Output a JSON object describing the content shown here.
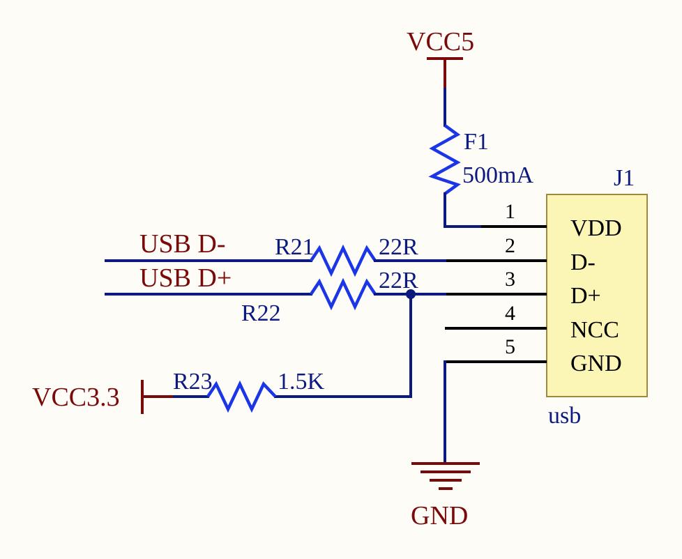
{
  "power": {
    "vcc5": "VCC5",
    "vcc33": "VCC3.3",
    "gnd": "GND"
  },
  "nets": {
    "usb_dm": "USB D-",
    "usb_dp": "USB D+"
  },
  "fuse": {
    "designator": "F1",
    "value": "500mA"
  },
  "resistors": {
    "r21": {
      "designator": "R21",
      "value": "22R"
    },
    "r22": {
      "designator": "R22",
      "value": "22R"
    },
    "r23": {
      "designator": "R23",
      "value": "1.5K"
    }
  },
  "connector": {
    "designator": "J1",
    "comment": "usb",
    "body_color": "#fbf5b6",
    "pins": [
      {
        "number": "1",
        "name": "VDD"
      },
      {
        "number": "2",
        "name": "D-"
      },
      {
        "number": "3",
        "name": "D+"
      },
      {
        "number": "4",
        "name": "NCC"
      },
      {
        "number": "5",
        "name": "GND"
      }
    ]
  },
  "colors": {
    "wire": "#0c1a80",
    "power_label": "#7a0a0a",
    "component": "#1a36e6",
    "background": "#fdfcf7"
  }
}
